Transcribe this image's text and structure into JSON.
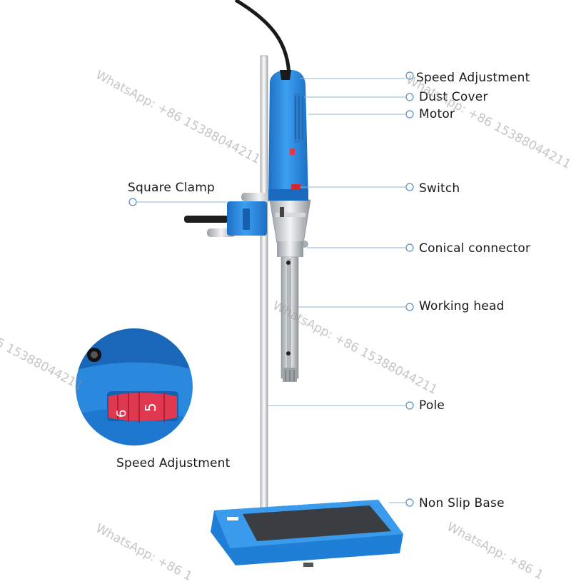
{
  "labels": {
    "speed_adjustment": "Speed Adjustment",
    "dust_cover": "Dust Cover",
    "motor": "Motor",
    "switch": "Switch",
    "square_clamp": "Square Clamp",
    "conical_connector": "Conical connector",
    "working_head": "Working head",
    "pole": "Pole",
    "non_slip_base": "Non Slip Base",
    "inset_caption": "Speed Adjustment"
  },
  "dial_numbers": [
    "6",
    "5"
  ],
  "watermarks": [
    "WhatsApp: +86 15388044211",
    "WhatsApp: +86 15388044211",
    "WhatsApp: +86 15388044211",
    "5 15388044211",
    "WhatsApp: +86 1",
    "WhatsApp: +86 1"
  ],
  "colors": {
    "device_blue": "#2e8fe0",
    "device_blue_dark": "#1c6fc4",
    "leader_line": "#8fb6d8",
    "metal": "#c9ccd0",
    "base_mat": "#3a3d42",
    "dial_red": "#e0394f"
  }
}
